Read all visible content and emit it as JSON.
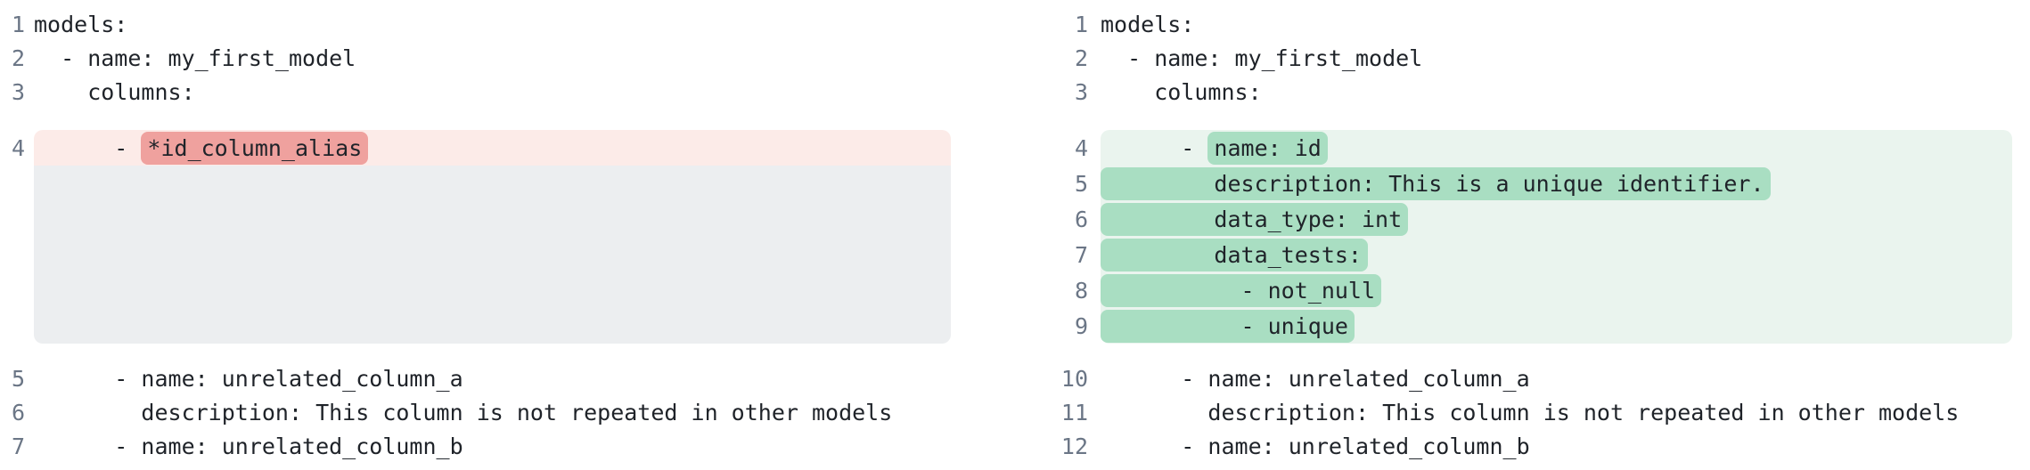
{
  "colors": {
    "text": "#1f2329",
    "line_number": "#6b7686",
    "removed_line_bg": "#fcebe8",
    "removed_token_bg": "#efa19e",
    "collapsed_filler_bg": "#eceef0",
    "added_line_bg": "#eaf4ee",
    "added_token_bg": "#a9dec2"
  },
  "panes": {
    "before": {
      "context_top": [
        {
          "num": "1",
          "text": "models:"
        },
        {
          "num": "2",
          "text": "  - name: my_first_model"
        },
        {
          "num": "3",
          "text": "    columns:"
        }
      ],
      "removed": [
        {
          "num": "4",
          "prefix": "      - ",
          "token": "*id_column_alias"
        }
      ],
      "context_bottom": [
        {
          "num": "5",
          "text": "      - name: unrelated_column_a"
        },
        {
          "num": "6",
          "text": "        description: This column is not repeated in other models"
        },
        {
          "num": "7",
          "text": "      - name: unrelated_column_b"
        }
      ]
    },
    "after": {
      "context_top": [
        {
          "num": "1",
          "text": "models:"
        },
        {
          "num": "2",
          "text": "  - name: my_first_model"
        },
        {
          "num": "3",
          "text": "    columns:"
        }
      ],
      "added": [
        {
          "num": "4",
          "prefix": "      - ",
          "token": "name: id"
        },
        {
          "num": "5",
          "prefix": "",
          "token": "        description: This is a unique identifier."
        },
        {
          "num": "6",
          "prefix": "",
          "token": "        data_type: int"
        },
        {
          "num": "7",
          "prefix": "",
          "token": "        data_tests:"
        },
        {
          "num": "8",
          "prefix": "",
          "token": "          - not_null"
        },
        {
          "num": "9",
          "prefix": "",
          "token": "          - unique"
        }
      ],
      "context_bottom": [
        {
          "num": "10",
          "text": "      - name: unrelated_column_a"
        },
        {
          "num": "11",
          "text": "        description: This column is not repeated in other models"
        },
        {
          "num": "12",
          "text": "      - name: unrelated_column_b"
        }
      ]
    }
  }
}
